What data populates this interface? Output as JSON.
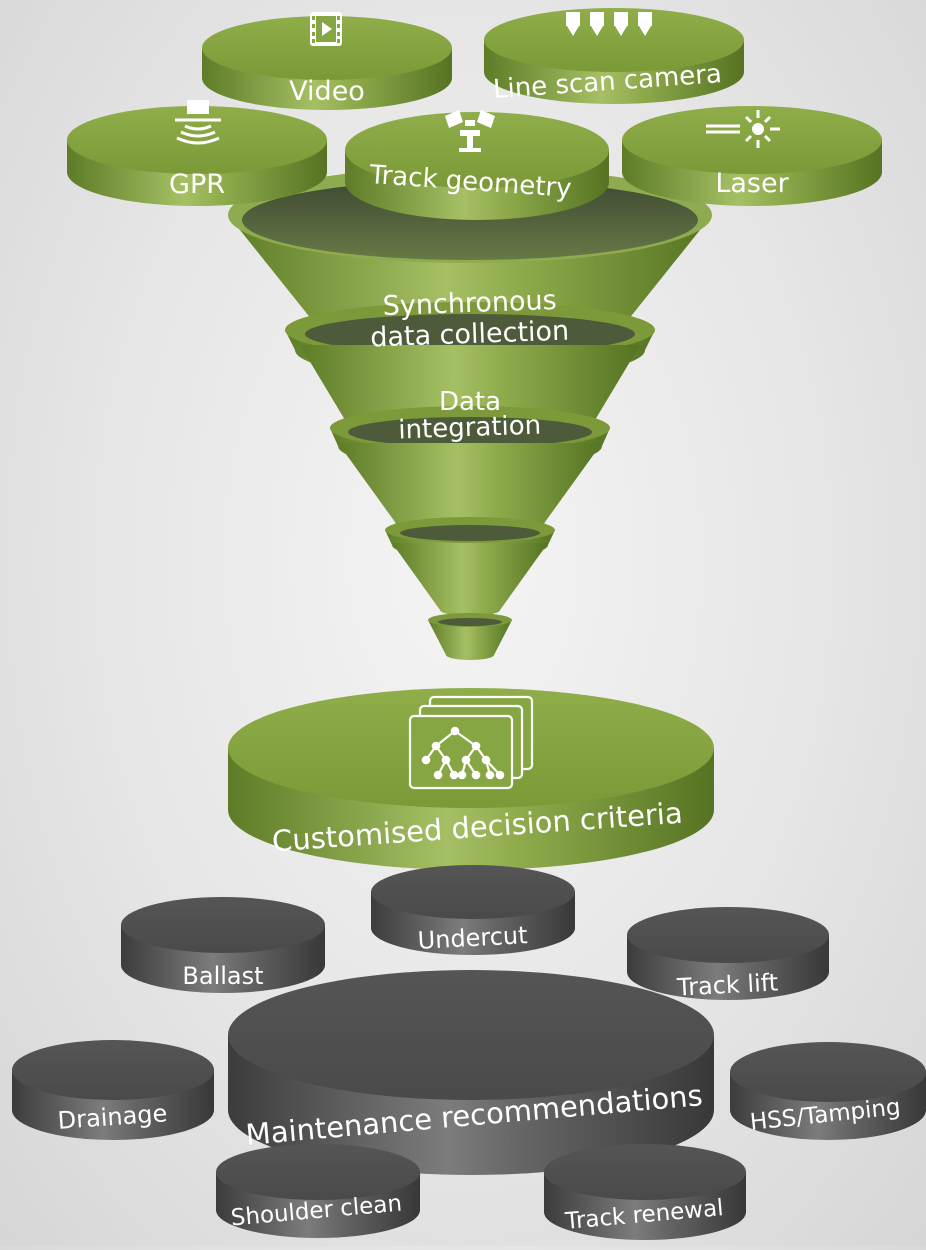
{
  "sources": [
    {
      "id": "video",
      "label": "Video",
      "icon": "video-icon"
    },
    {
      "id": "line-scan-camera",
      "label": "Line scan camera",
      "icon": "line-scan-camera-icon"
    },
    {
      "id": "gpr",
      "label": "GPR",
      "icon": "gpr-icon"
    },
    {
      "id": "track-geometry",
      "label": "Track geometry",
      "icon": "track-geometry-icon"
    },
    {
      "id": "laser",
      "label": "Laser",
      "icon": "laser-icon"
    }
  ],
  "funnel": {
    "stage1": [
      "Synchronous",
      "data collection"
    ],
    "stage2": [
      "Data",
      "integration"
    ]
  },
  "decision": {
    "label": "Customised decision criteria",
    "icon": "decision-tree-icon"
  },
  "outputs": {
    "center": "Maintenance recommendations",
    "items": [
      {
        "id": "undercut",
        "label": "Undercut"
      },
      {
        "id": "ballast",
        "label": "Ballast"
      },
      {
        "id": "track-lift",
        "label": "Track lift"
      },
      {
        "id": "drainage",
        "label": "Drainage"
      },
      {
        "id": "hss-tamping",
        "label": "HSS/Tamping"
      },
      {
        "id": "shoulder-clean",
        "label": "Shoulder clean"
      },
      {
        "id": "track-renewal",
        "label": "Track renewal"
      }
    ]
  },
  "colors": {
    "green": "#7a9a3a",
    "green_light": "#a9c269",
    "green_dark": "#5c7a25",
    "grey": "#5a5a5a",
    "grey_light": "#7a7a7a",
    "grey_dark": "#3e3e3e"
  }
}
